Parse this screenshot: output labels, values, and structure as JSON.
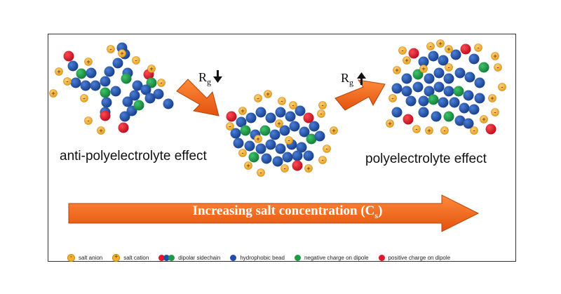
{
  "captions": {
    "left": "anti-polyelectrolyte effect",
    "right": "polyelectrolyte effect"
  },
  "rg_labels": {
    "first": {
      "text": "R",
      "sub": "g",
      "direction": "down"
    },
    "second": {
      "text": "R",
      "sub": "g",
      "direction": "up"
    }
  },
  "big_arrow": {
    "label": "Increasing salt concentration (C",
    "label_sub": "s",
    "label_end": ")"
  },
  "legend": [
    {
      "label": "salt anion",
      "symbol": "-"
    },
    {
      "label": "salt cation",
      "symbol": "+"
    },
    {
      "label": "dipolar sidechain"
    },
    {
      "label": "hydrophobic bead"
    },
    {
      "label": "negative charge on dipole"
    },
    {
      "label": "positive charge on dipole"
    }
  ],
  "ion_symbols": {
    "anion": "-",
    "cation": "+"
  },
  "colors": {
    "hydrophobic": "#1f4fa8",
    "negative_dipole": "#1f9a4a",
    "positive_dipole": "#e0182a",
    "salt_ion_fill": "#f2b23a",
    "salt_ion_stroke": "#c98a10",
    "arrow": "#f26a1b",
    "arrow_stroke": "#c0470a"
  }
}
